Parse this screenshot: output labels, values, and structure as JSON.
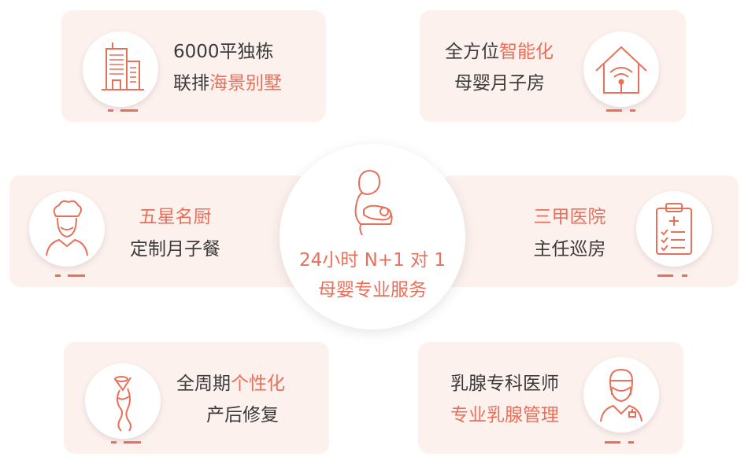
{
  "colors": {
    "accent": "#e8705a",
    "card_bg": "#fdf1ee",
    "text": "#3a3a3a"
  },
  "features": {
    "villa": {
      "icon": "building-icon",
      "line1": "6000平独栋",
      "line2_plain": "联排",
      "line2_accent": "海景别墅"
    },
    "smart": {
      "icon": "smart-home-wifi-icon",
      "line1_plain": "全方位",
      "line1_accent": "智能化",
      "line2": "母婴月子房"
    },
    "chef": {
      "icon": "chef-icon",
      "line1": "五星名厨",
      "line2": "定制月子餐"
    },
    "hospital": {
      "icon": "clipboard-checklist-icon",
      "line1": "三甲医院",
      "line2": "主任巡房"
    },
    "repair": {
      "icon": "female-figure-icon",
      "line1_plain": "全周期",
      "line1_accent": "个性化",
      "line2": "产后修复"
    },
    "breast": {
      "icon": "doctor-icon",
      "line1": "乳腺专科医师",
      "line2": "专业乳腺管理"
    }
  },
  "center": {
    "icon": "mother-baby-icon",
    "line1": "24小时 N+1 对 1",
    "line2": "母婴专业服务"
  }
}
